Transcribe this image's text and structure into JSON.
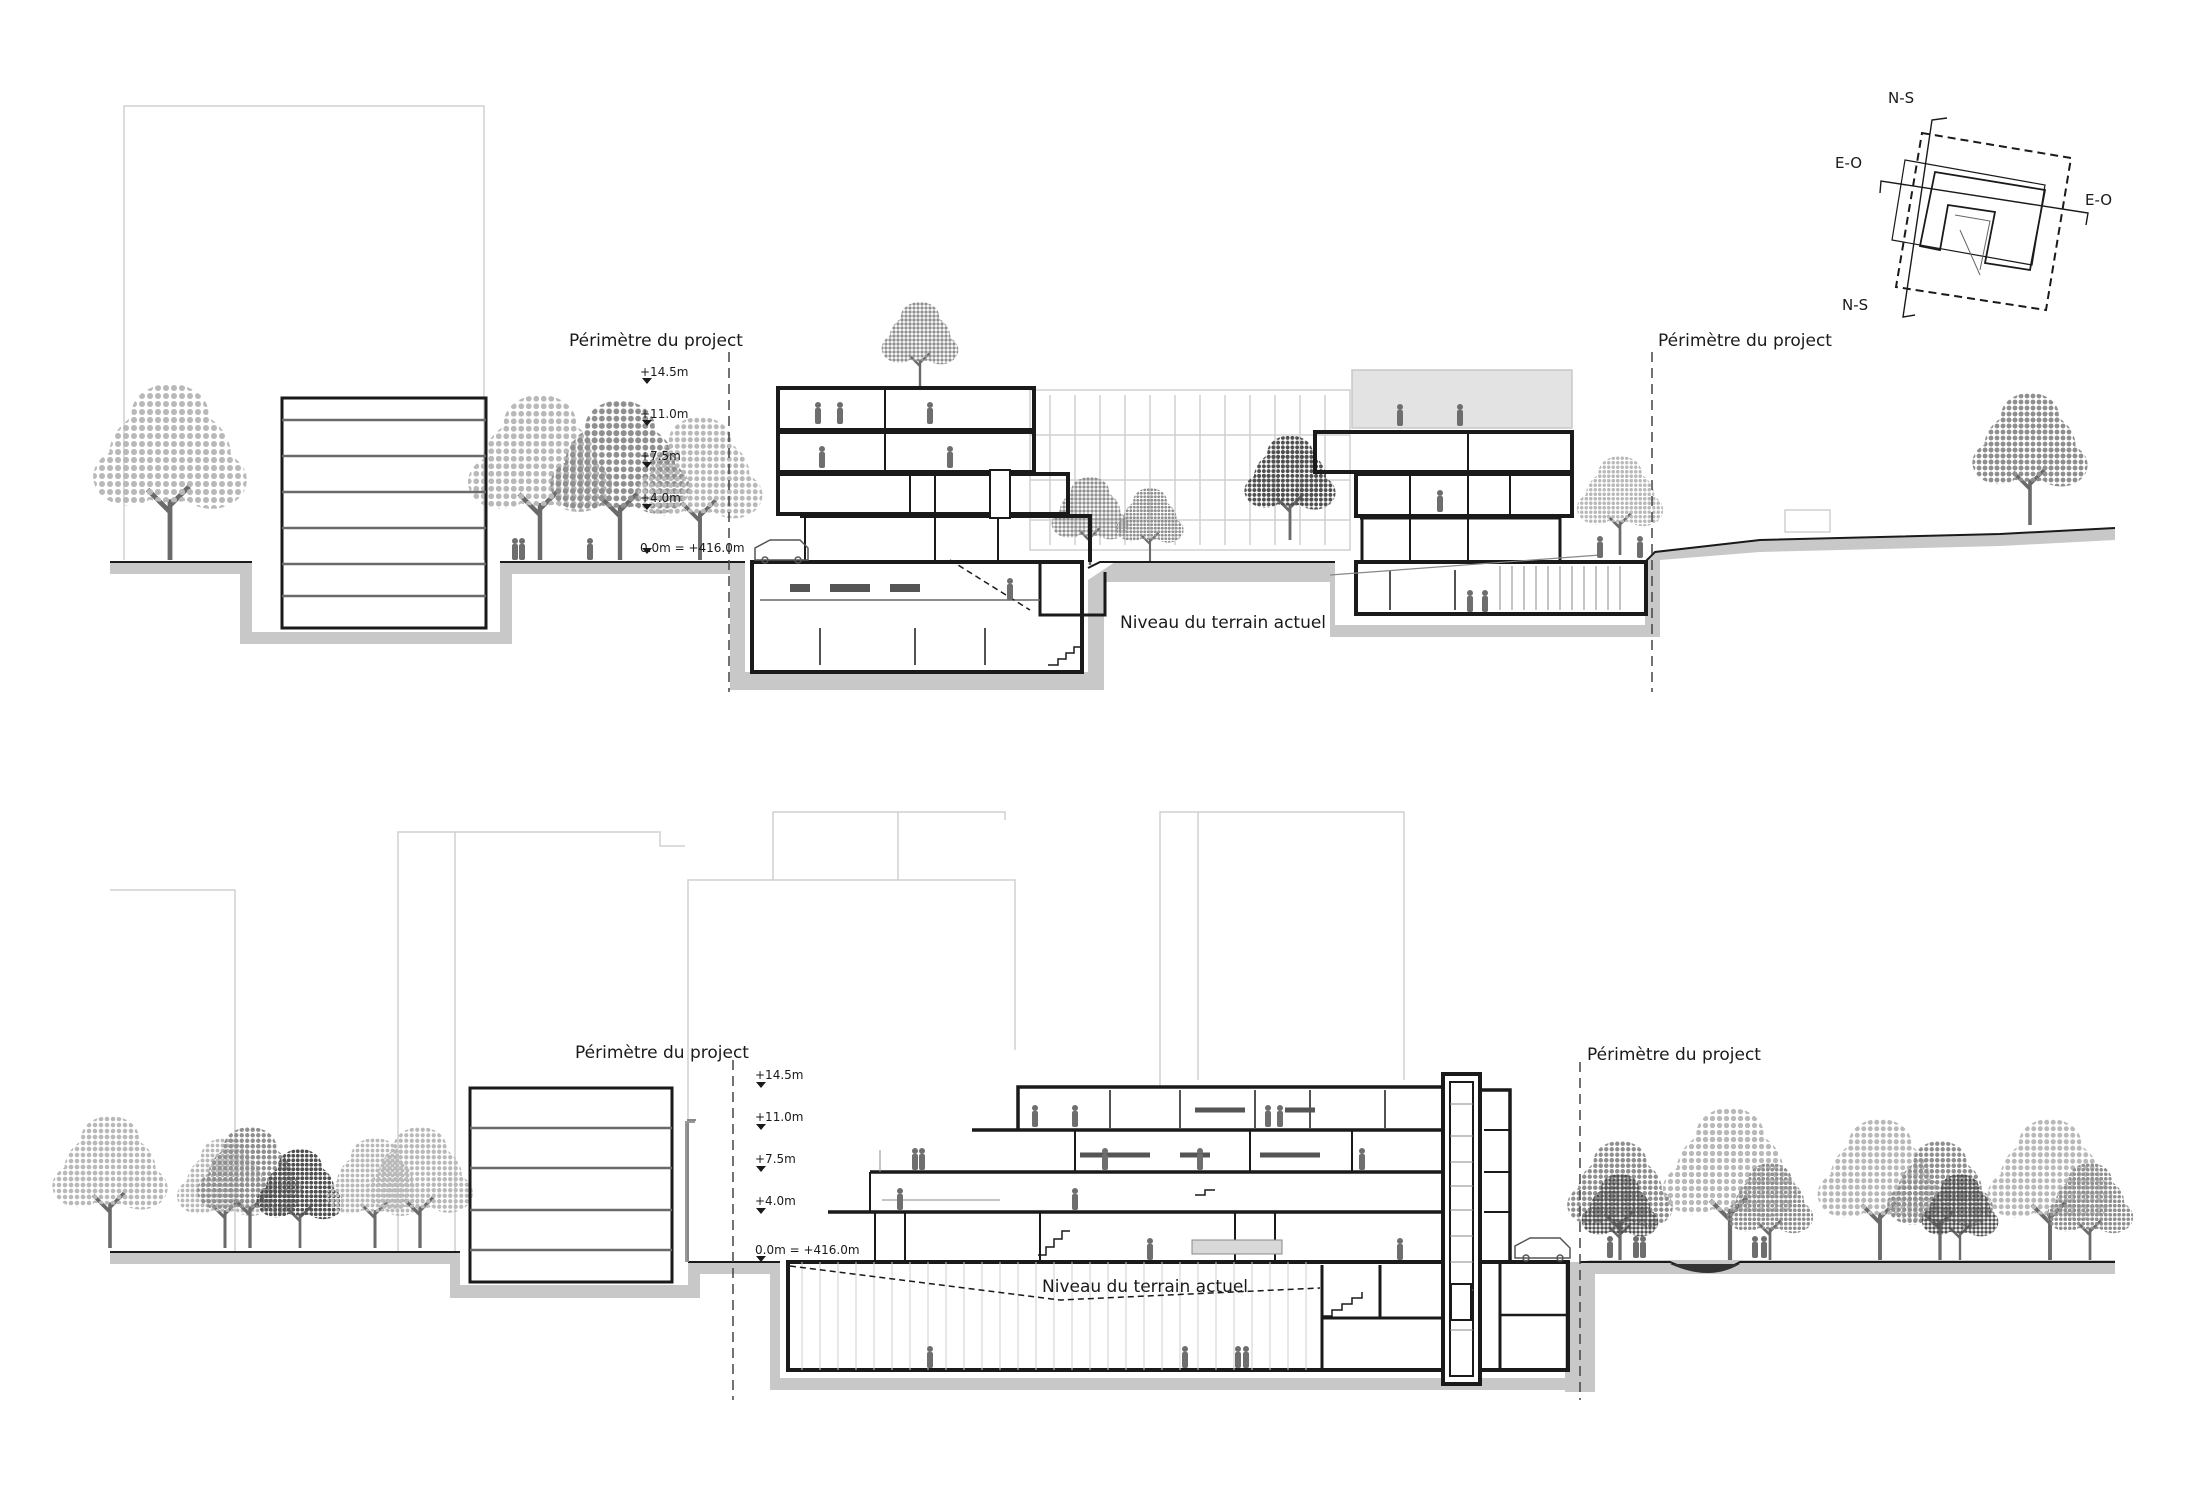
{
  "section_1": {
    "perimeter_left": "Périmètre du project",
    "perimeter_right": "Périmètre du project",
    "terrain_label": "Niveau du terrain actuel",
    "levels": [
      "+14.5m",
      "+11.0m",
      "+7.5m",
      "+4.0m",
      "0.0m = +416.0m"
    ]
  },
  "section_2": {
    "perimeter_left": "Périmètre du project",
    "perimeter_right": "Périmètre du project",
    "terrain_label": "Niveau du terrain actuel",
    "levels": [
      "+14.5m",
      "+11.0m",
      "+7.5m",
      "+4.0m",
      "0.0m = +416.0m"
    ]
  },
  "key_plan": {
    "ns_top": "N-S",
    "ns_bottom": "N-S",
    "eo_left": "E-O",
    "eo_right": "E-O"
  },
  "colors": {
    "ink": "#1a1a1a",
    "ground": "#c8c8c8",
    "tree_light": "#bdbdbd",
    "tree_mid": "#9a9a9a",
    "tree_dark": "#5e5e5e",
    "thin_line": "#d0d0d0"
  }
}
